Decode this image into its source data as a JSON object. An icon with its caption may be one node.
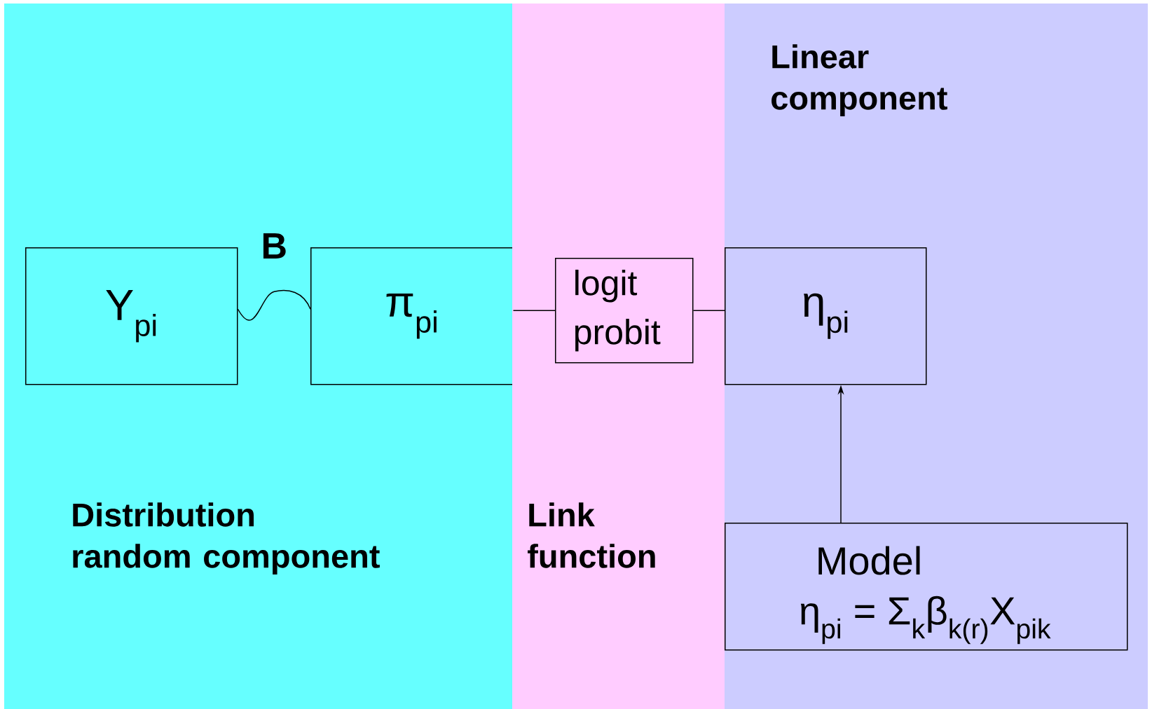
{
  "diagram": {
    "nodes": [
      {
        "text": [
          "Distribution random component"
        ]
      },
      {
        "text": [
          "Y$_{pi}$"
        ],
        "in": 0
      },
      {
        "text": [
          "π$_{pi}$"
        ],
        "in": 0
      },
      {
        "text": [
          "Link function"
        ]
      },
      {
        "text": [
          "logit probit"
        ],
        "in": 3
      },
      {
        "text": [
          "Linear component"
        ]
      },
      {
        "text": [
          "η$_{pi}$"
        ],
        "in": 5
      },
      {
        "text": [
          "Model",
          "η$_{pi}$ = Σ$_{k}$β$_{k(r)}$X$_{pik}$"
        ],
        "in": 5
      }
    ],
    "edges": [
      {
        "from": 1,
        "to": 2,
        "arrow": "none",
        "label": "B"
      },
      {
        "from": 2,
        "to": 4,
        "arrow": "none"
      },
      {
        "from": 4,
        "to": 6,
        "arrow": "none"
      },
      {
        "from": 7,
        "to": 6,
        "arrow": "to"
      }
    ]
  }
}
